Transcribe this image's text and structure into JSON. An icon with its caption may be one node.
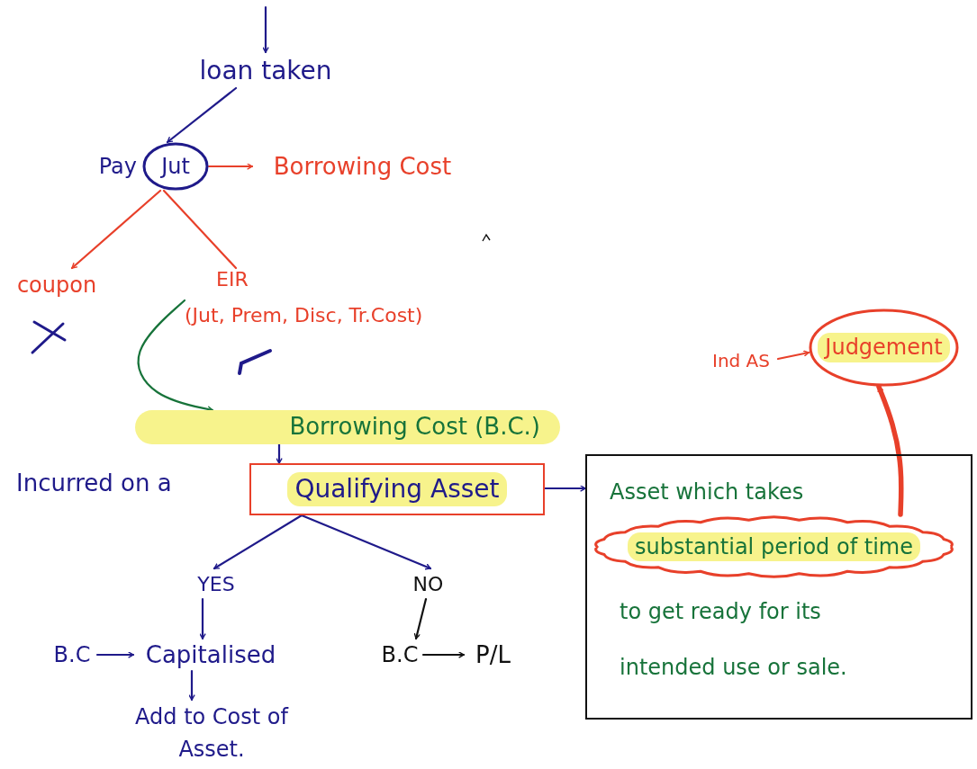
{
  "diagram": {
    "nodes": [
      {
        "text": [
          "loan taken"
        ]
      },
      {
        "text": [
          "Jut"
        ],
        "beside": [
          "Pay"
        ]
      },
      {
        "text": [
          "Borrowing Cost"
        ]
      },
      {
        "text": [
          "coupon"
        ]
      },
      {
        "text": [
          "EIR",
          "(Jut, Prem, Disc, Tr.Cost)"
        ]
      },
      {
        "text": [
          "Borrowing Cost (B.C.)"
        ]
      },
      {
        "text": [
          "Qualifying Asset"
        ]
      },
      {
        "text": [
          "YES"
        ]
      },
      {
        "text": [
          "NO"
        ]
      },
      {
        "text": [
          "B.C"
        ]
      },
      {
        "text": [
          "Capitalised"
        ]
      },
      {
        "text": [
          "Add to Cost of Asset."
        ]
      },
      {
        "text": [
          "B.C"
        ]
      },
      {
        "text": [
          "P/L"
        ]
      },
      {
        "text": [
          "Asset which takes",
          "to get ready for its intended use or sale."
        ]
      },
      {
        "text": [
          "substantial period of time"
        ],
        "in": 14
      },
      {
        "text": [
          "Ind AS"
        ]
      },
      {
        "text": [
          "Judgement"
        ]
      }
    ],
    "edges": [
      {
        "from": null,
        "to": 0,
        "arrow": "to"
      },
      {
        "from": 0,
        "to": 1,
        "arrow": "to"
      },
      {
        "from": 1,
        "to": 2,
        "arrow": "to",
        "color": "#e8402a"
      },
      {
        "from": 1,
        "to": 3,
        "arrow": "to",
        "color": "#e8402a"
      },
      {
        "from": 1,
        "to": 4,
        "arrow": "none",
        "color": "#e8402a"
      },
      {
        "from": 4,
        "to": 5,
        "arrow": "to",
        "color": "#17733a"
      },
      {
        "from": 5,
        "to": 6,
        "arrow": "to"
      },
      {
        "from": 6,
        "to": 7,
        "arrow": "to"
      },
      {
        "from": 6,
        "to": 8,
        "arrow": "to"
      },
      {
        "from": 7,
        "to": 10,
        "arrow": "to"
      },
      {
        "from": 8,
        "to": 12,
        "arrow": "to",
        "color": "#111111"
      },
      {
        "from": 9,
        "to": 10,
        "arrow": "to"
      },
      {
        "from": 10,
        "to": 11,
        "arrow": "to"
      },
      {
        "from": 12,
        "to": 13,
        "arrow": "to",
        "color": "#111111"
      },
      {
        "from": 6,
        "to": 14,
        "arrow": "to"
      },
      {
        "from": 15,
        "to": 17,
        "arrow": "to",
        "style": "thick",
        "color": "#e8402a"
      },
      {
        "from": 16,
        "to": 17,
        "arrow": "to",
        "color": "#e8402a"
      }
    ],
    "labels": [
      "Incurred on a"
    ]
  }
}
